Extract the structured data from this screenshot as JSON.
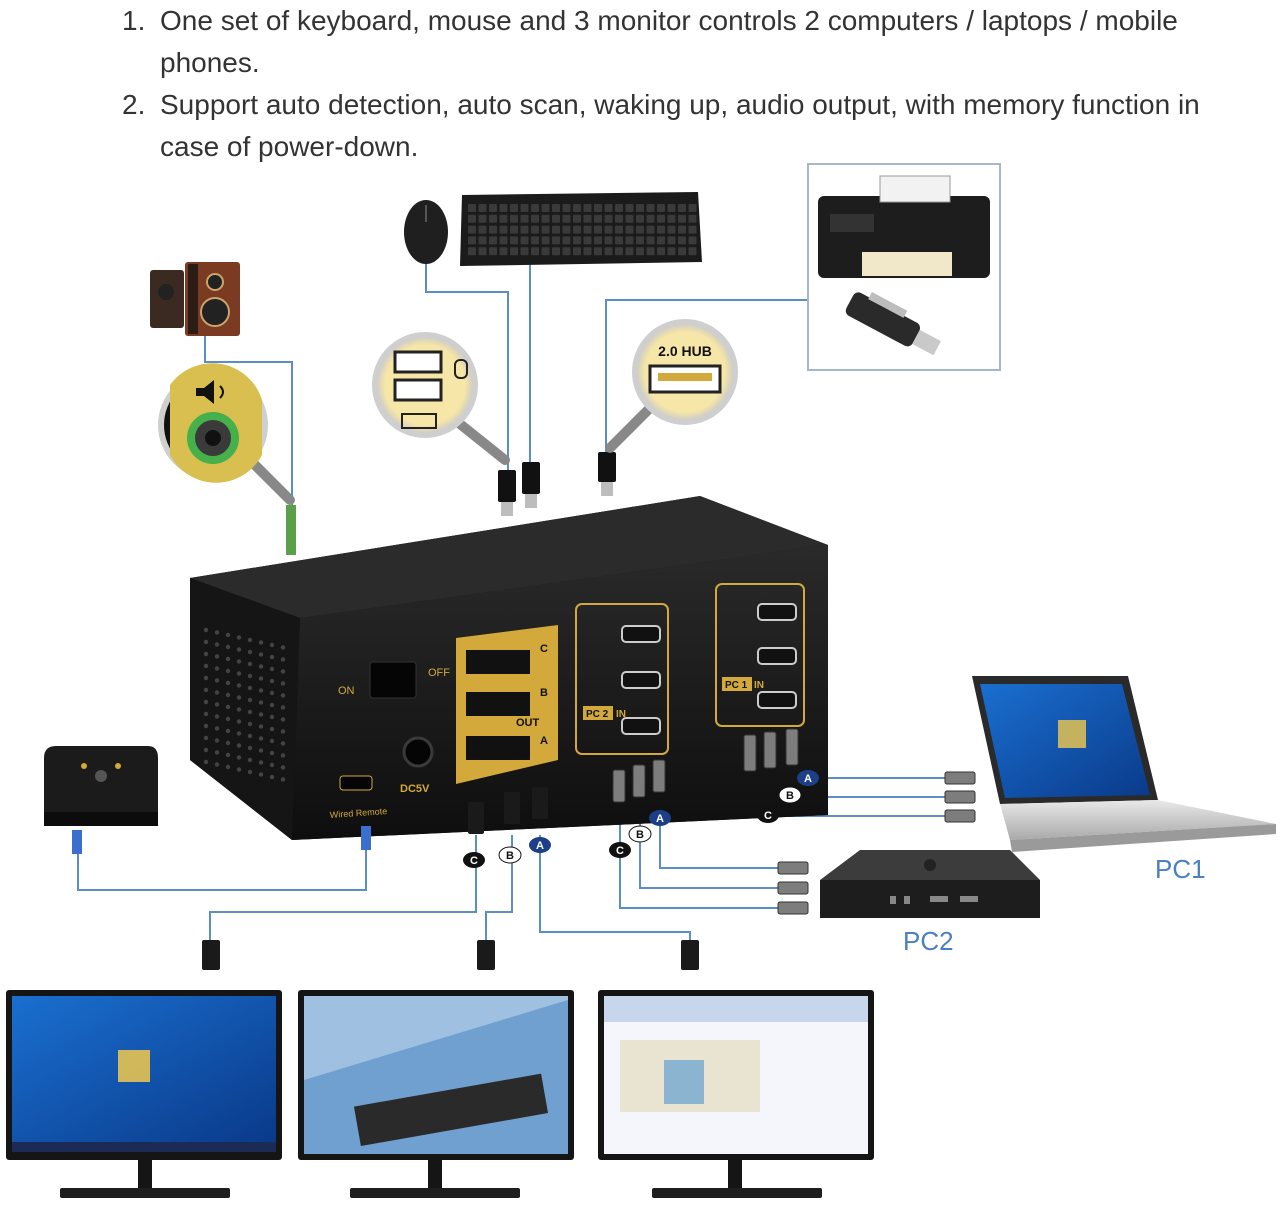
{
  "features": [
    {
      "num": "1.",
      "text": "One set of keyboard, mouse and 3 monitor controls 2 computers / laptops / mobile phones."
    },
    {
      "num": "2.",
      "text": "Support auto detection, auto scan, waking up, audio output, with memory function in case of power-down."
    }
  ],
  "device": {
    "on": "ON",
    "off": "OFF",
    "out": "OUT",
    "pc2_in_badge": "PC 2",
    "pc1_in_badge": "PC 1",
    "in": "IN",
    "dc": "DC5V",
    "wired_remote": "Wired Remote",
    "port_c": "C",
    "port_b": "B",
    "port_a": "A"
  },
  "hub_label": "2.0 HUB",
  "cable_tags": {
    "a": "A",
    "b": "B",
    "c": "C"
  },
  "pc_labels": {
    "pc1": "PC1",
    "pc2": "PC2"
  },
  "colors": {
    "label_blue": "#4a7fc1",
    "device_body": "#1a1a1a",
    "gold": "#d4a93c",
    "line_blue": "#5b8ec4"
  },
  "icons": [
    "speaker-icon",
    "mouse-icon",
    "keyboard-icon",
    "printer-icon",
    "usb-drive-icon",
    "laptop-icon",
    "mac-mini-icon",
    "monitor-icon",
    "remote-icon"
  ]
}
